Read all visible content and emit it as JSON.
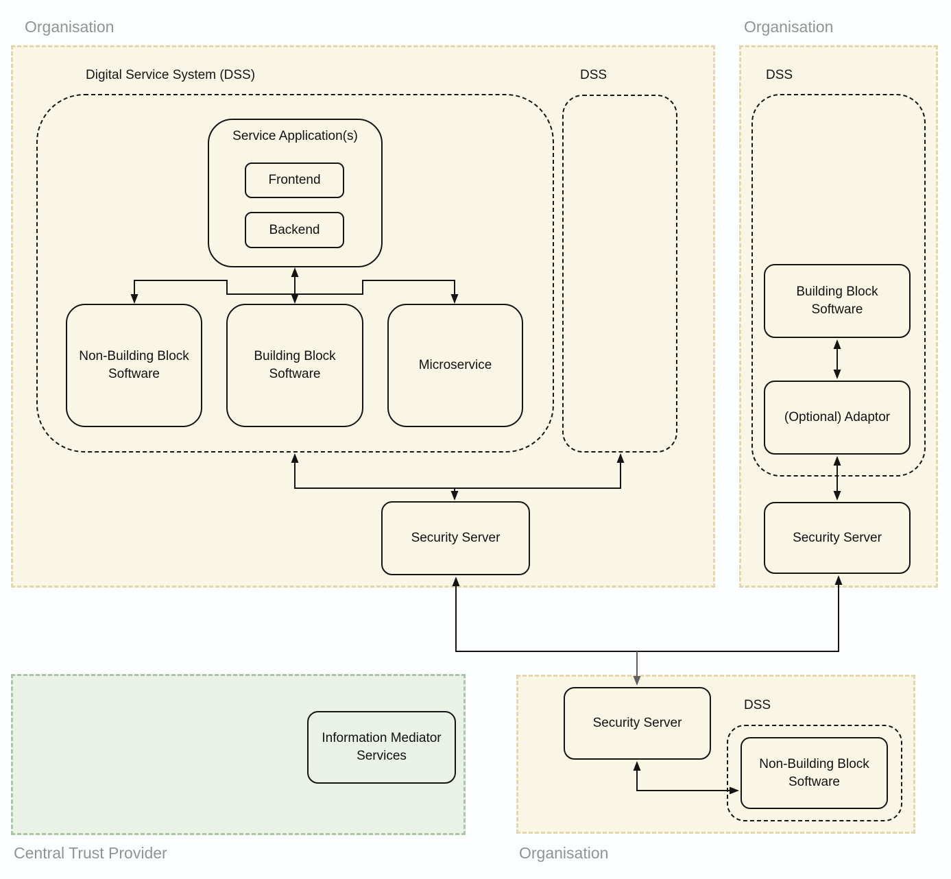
{
  "diagram_title": "X-Road style security server architecture diagram",
  "colors": {
    "background": "#fcfdff",
    "organisation_fill": "#faf6e6",
    "organisation_border": "#e2d7aa",
    "trust_provider_fill": "#eaf1e7",
    "trust_provider_border": "#abc6a2",
    "line_black": "#141414",
    "line_gray": "#5f5f5f",
    "region_label_gray": "#909492"
  },
  "labels": {
    "org_top_left": "Organisation",
    "org_top_right": "Organisation",
    "org_bottom_right": "Organisation",
    "central_trust_provider": "Central Trust Provider",
    "dss_main": "Digital Service System (DSS)",
    "dss_narrow": "DSS",
    "dss_top_right": "DSS",
    "dss_bottom_right": "DSS",
    "service_application": "Service Application(s)",
    "frontend": "Frontend",
    "backend": "Backend",
    "non_building_block_1": "Non-Building Block Software",
    "building_block_1": "Building Block Software",
    "microservice": "Microservice",
    "security_server_1": "Security Server",
    "building_block_2": "Building Block Software",
    "optional_adaptor": "(Optional) Adaptor",
    "security_server_2": "Security Server",
    "security_server_3": "Security Server",
    "non_building_block_2": "Non-Building Block Software",
    "information_mediator": "Information Mediator Services"
  }
}
